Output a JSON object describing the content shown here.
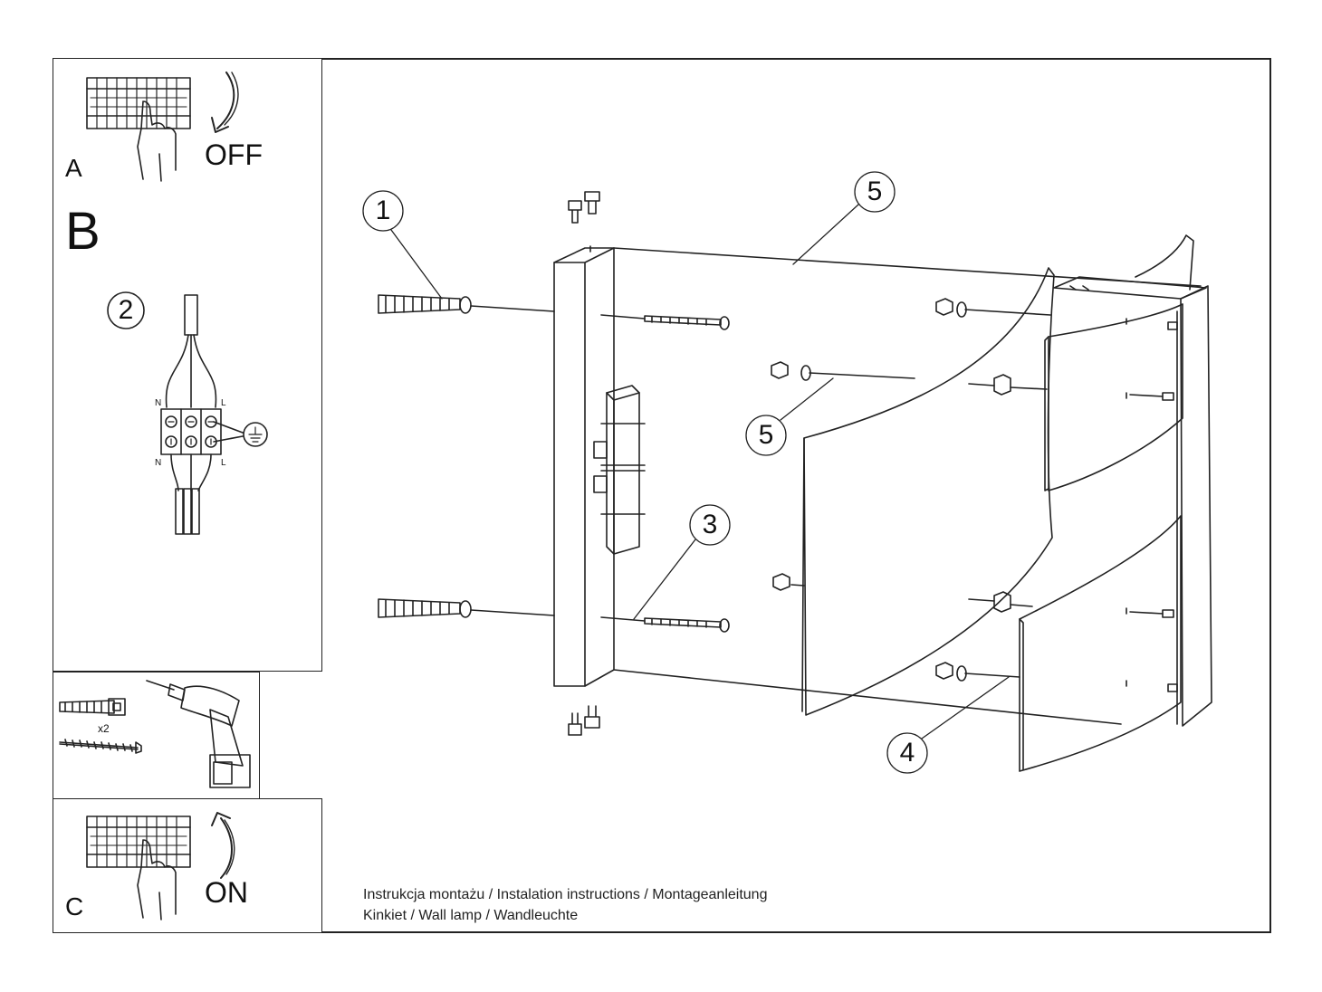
{
  "steps": {
    "a_label": "A",
    "b_label": "B",
    "c_label": "C",
    "off_text": "OFF",
    "on_text": "ON"
  },
  "tools": {
    "quantity": "x2"
  },
  "wiring": {
    "callout": "2",
    "terminal_labels": [
      "N",
      "L",
      "N",
      "L"
    ]
  },
  "callouts": [
    "1",
    "5",
    "5",
    "3",
    "4"
  ],
  "footer": {
    "line1": "Instrukcja montażu / Instalation instructions / Montageanleitung",
    "line2": "Kinkiet / Wall lamp / Wandleuchte"
  }
}
